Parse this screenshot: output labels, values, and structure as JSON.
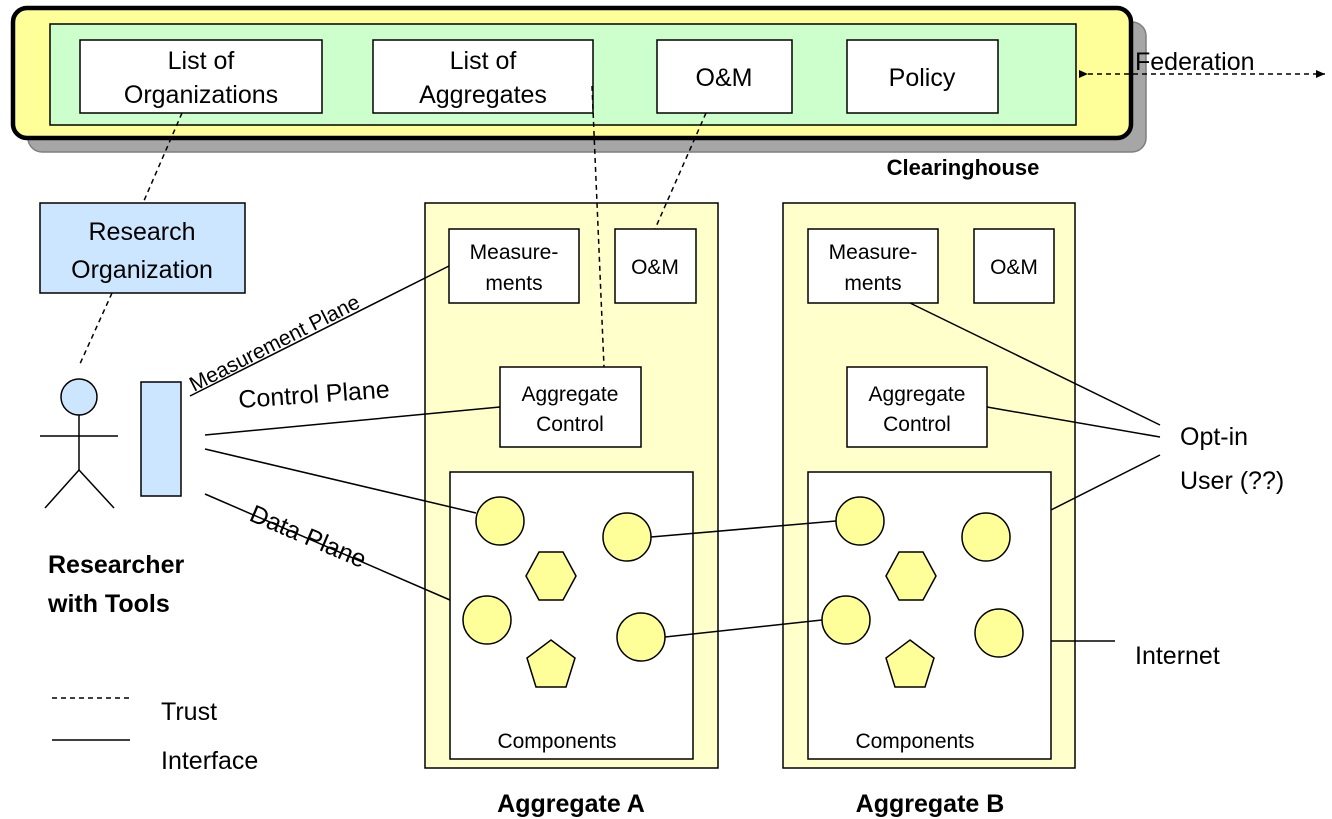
{
  "colors": {
    "clearinghouse_fill": "#ffff99",
    "clearinghouse_inner": "#ccffcc",
    "clearinghouse_shadow": "#a6a6a6",
    "aggregate_fill": "#ffffcc",
    "research_org_fill": "#cce6ff",
    "component_fill": "#ffff99",
    "line": "#000000"
  },
  "clearinghouse": {
    "label": "Clearinghouse",
    "items": [
      {
        "line1": "List of",
        "line2": "Organizations"
      },
      {
        "line1": "List of",
        "line2": "Aggregates"
      },
      {
        "line1": "O&M"
      },
      {
        "line1": "Policy"
      }
    ],
    "federation_label": "Federation"
  },
  "research_org": {
    "line1": "Research",
    "line2": "Organization"
  },
  "researcher": {
    "label_line1": "Researcher",
    "label_line2": "with Tools",
    "person_icon": "stick-figure-icon",
    "tools_icon": "tools-rectangle-icon"
  },
  "planes": {
    "measurement": "Measurement Plane",
    "control": "Control Plane",
    "data": "Data Plane"
  },
  "aggregate_a": {
    "label": "Aggregate A",
    "measurements": {
      "line1": "Measure-",
      "line2": "ments"
    },
    "om": "O&M",
    "control": {
      "line1": "Aggregate",
      "line2": "Control"
    },
    "components": "Components"
  },
  "aggregate_b": {
    "label": "Aggregate B",
    "measurements": {
      "line1": "Measure-",
      "line2": "ments"
    },
    "om": "O&M",
    "control": {
      "line1": "Aggregate",
      "line2": "Control"
    },
    "components": "Components"
  },
  "opt_in_user": {
    "line1": "Opt-in",
    "line2": "User (??)"
  },
  "internet": "Internet",
  "legend": {
    "trust": "Trust",
    "interface": "Interface"
  }
}
